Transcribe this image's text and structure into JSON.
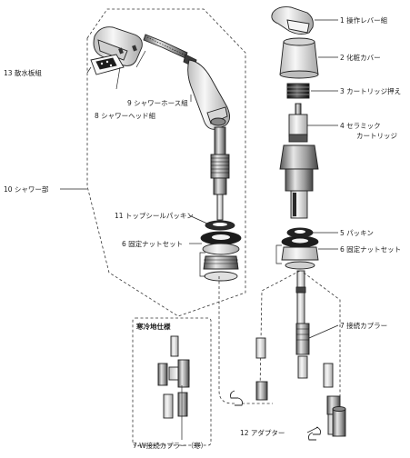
{
  "labels": {
    "p1": "1 操作レバー組",
    "p2": "2 化粧カバー",
    "p3": "3 カートリッジ押え",
    "p4a": "4 セラミック",
    "p4b": "カートリッジ",
    "p5": "5 パッキン",
    "p6r": "6 固定ナットセット",
    "p7": "7 接続カプラー",
    "p8": "8 シャワーヘッド組",
    "p9": "9 シャワーホース組",
    "p10": "10 シャワー部",
    "p11": "11 トップシールパッキン",
    "p6l": "6 固定ナットセット",
    "p12": "12 アダプター",
    "p13": "13 散水板組",
    "cold_title": "寒冷地仕様",
    "cold_part": "7-W接続カプラー（寒）"
  },
  "colors": {
    "line": "#222222",
    "dark_part": "#2b2b2b",
    "mid_part": "#8a8a8a",
    "light_part": "#e8e8e8"
  }
}
